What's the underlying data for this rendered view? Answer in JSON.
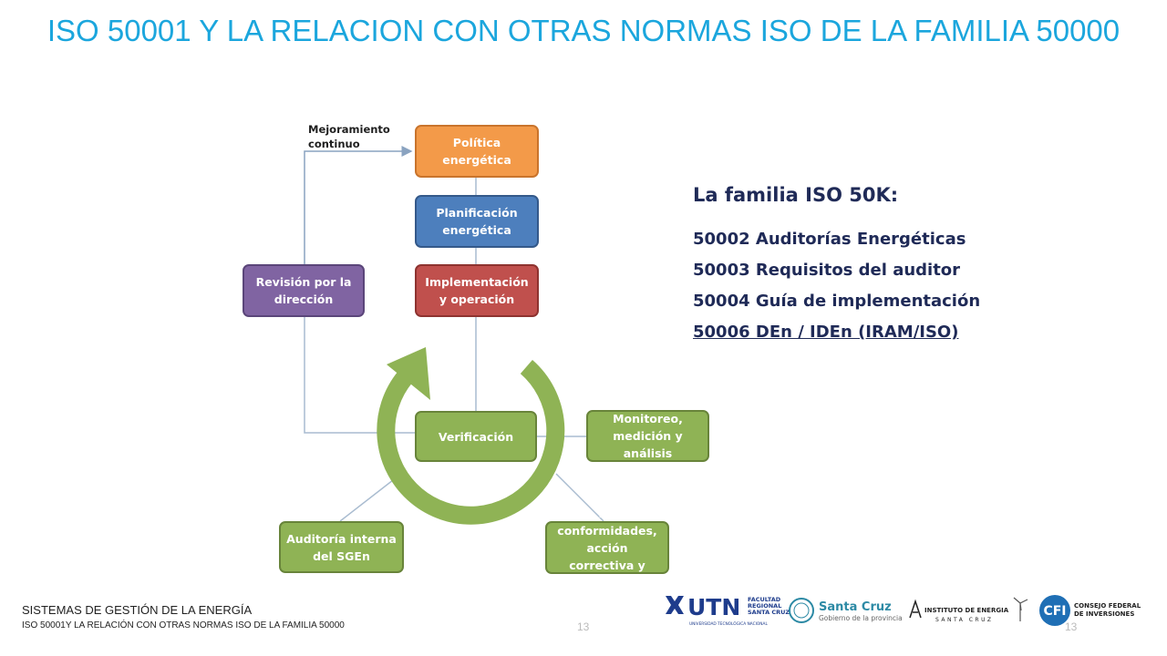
{
  "slide": {
    "title": "ISO 50001 Y LA RELACION CON OTRAS NORMAS ISO DE LA FAMILIA 50000"
  },
  "diagram": {
    "loop_label": "Mejoramiento\ncontinuo",
    "boxes": {
      "politica": "Política\nenergética",
      "planificacion": "Planificación\nenergética",
      "implementacion": "Implementación\ny operación",
      "revision": "Revisión por la\ndirección",
      "verificacion": "Verificación",
      "monitoreo": "Monitoreo,\nmedición y análisis",
      "auditoria": "Auditoría interna\ndel SGEn",
      "no_conformidades": "No conformidades,\nacción correctiva y\npreventiva"
    },
    "colors": {
      "orange": "#f39a49",
      "blue": "#4d7fbd",
      "red": "#c0504d",
      "purple": "#8064a2",
      "green": "#8fb355"
    }
  },
  "family": {
    "title": "La familia ISO 50K:",
    "items": [
      "50002 Auditorías Energéticas",
      "50003 Requisitos del auditor",
      "50004 Guía de implementación",
      "50006 DEn / IDEn (IRAM/ISO)"
    ]
  },
  "footer": {
    "line1": "SISTEMAS DE GESTIÓN DE LA ENERGÍA",
    "line2": "ISO 50001Y LA RELACIÓN CON OTRAS NORMAS ISO DE LA FAMILIA 50000",
    "page_center": "13",
    "page_right": "13"
  },
  "logos": {
    "utn": "UTN",
    "utn_sub": "FACULTAD\nREGIONAL\nSANTA CRUZ",
    "utn_caption": "UNIVERSIDAD TECNOLÓGICA NACIONAL",
    "santa_cruz": "Santa Cruz",
    "santa_cruz_sub": "Gobierno de la provincia",
    "instituto": "INSTITUTO DE ENERGIA",
    "instituto_sub": "SANTA CRUZ",
    "cfi": "CFI",
    "cfi_sub": "CONSEJO FEDERAL\nDE INVERSIONES"
  }
}
